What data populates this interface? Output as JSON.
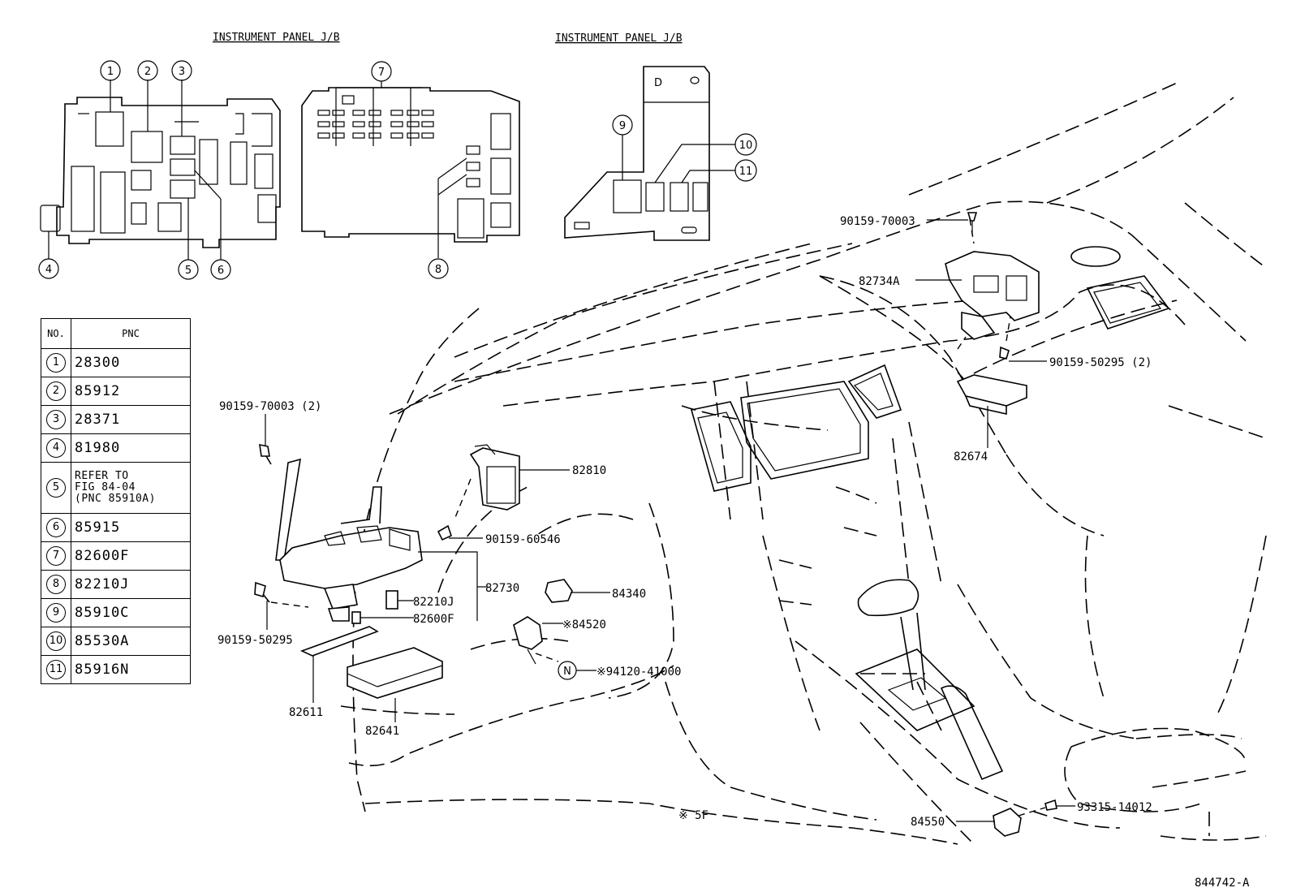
{
  "headers": {
    "left": "INSTRUMENT PANEL J/B",
    "right": "INSTRUMENT PANEL J/B"
  },
  "callouts": [
    "1",
    "2",
    "3",
    "4",
    "5",
    "6",
    "7",
    "8",
    "9",
    "10",
    "11"
  ],
  "table": {
    "col_no": "NO.",
    "col_pnc": "PNC",
    "rows": [
      {
        "no": "1",
        "pnc": "28300"
      },
      {
        "no": "2",
        "pnc": "85912"
      },
      {
        "no": "3",
        "pnc": "28371"
      },
      {
        "no": "4",
        "pnc": "81980"
      },
      {
        "no": "5",
        "pnc": "REFER TO\nFIG 84-04\n(PNC 85910A)"
      },
      {
        "no": "6",
        "pnc": "85915"
      },
      {
        "no": "7",
        "pnc": "82600F"
      },
      {
        "no": "8",
        "pnc": "82210J"
      },
      {
        "no": "9",
        "pnc": "85910C"
      },
      {
        "no": "10",
        "pnc": "85530A"
      },
      {
        "no": "11",
        "pnc": "85916N"
      }
    ]
  },
  "labels": {
    "p90159_70003_top": "90159-70003",
    "p82734A": "82734A",
    "p90159_50295_2": "90159-50295 (2)",
    "p82674": "82674",
    "p90159_70003_2": "90159-70003 (2)",
    "p82810": "82810",
    "p90159_60546": "90159-60546",
    "p82730": "82730",
    "p84340": "84340",
    "p82210J": "82210J",
    "p82600F": "82600F",
    "p84520": "※84520",
    "p90159_50295": "90159-50295",
    "n_mark": "N",
    "p94120_41000": "※94120-41000",
    "p82611": "82611",
    "p82641": "82641",
    "p84550": "84550",
    "p93315_14012": "93315-14012",
    "footnote": "※ 5F",
    "figure_id": "844742-A"
  }
}
